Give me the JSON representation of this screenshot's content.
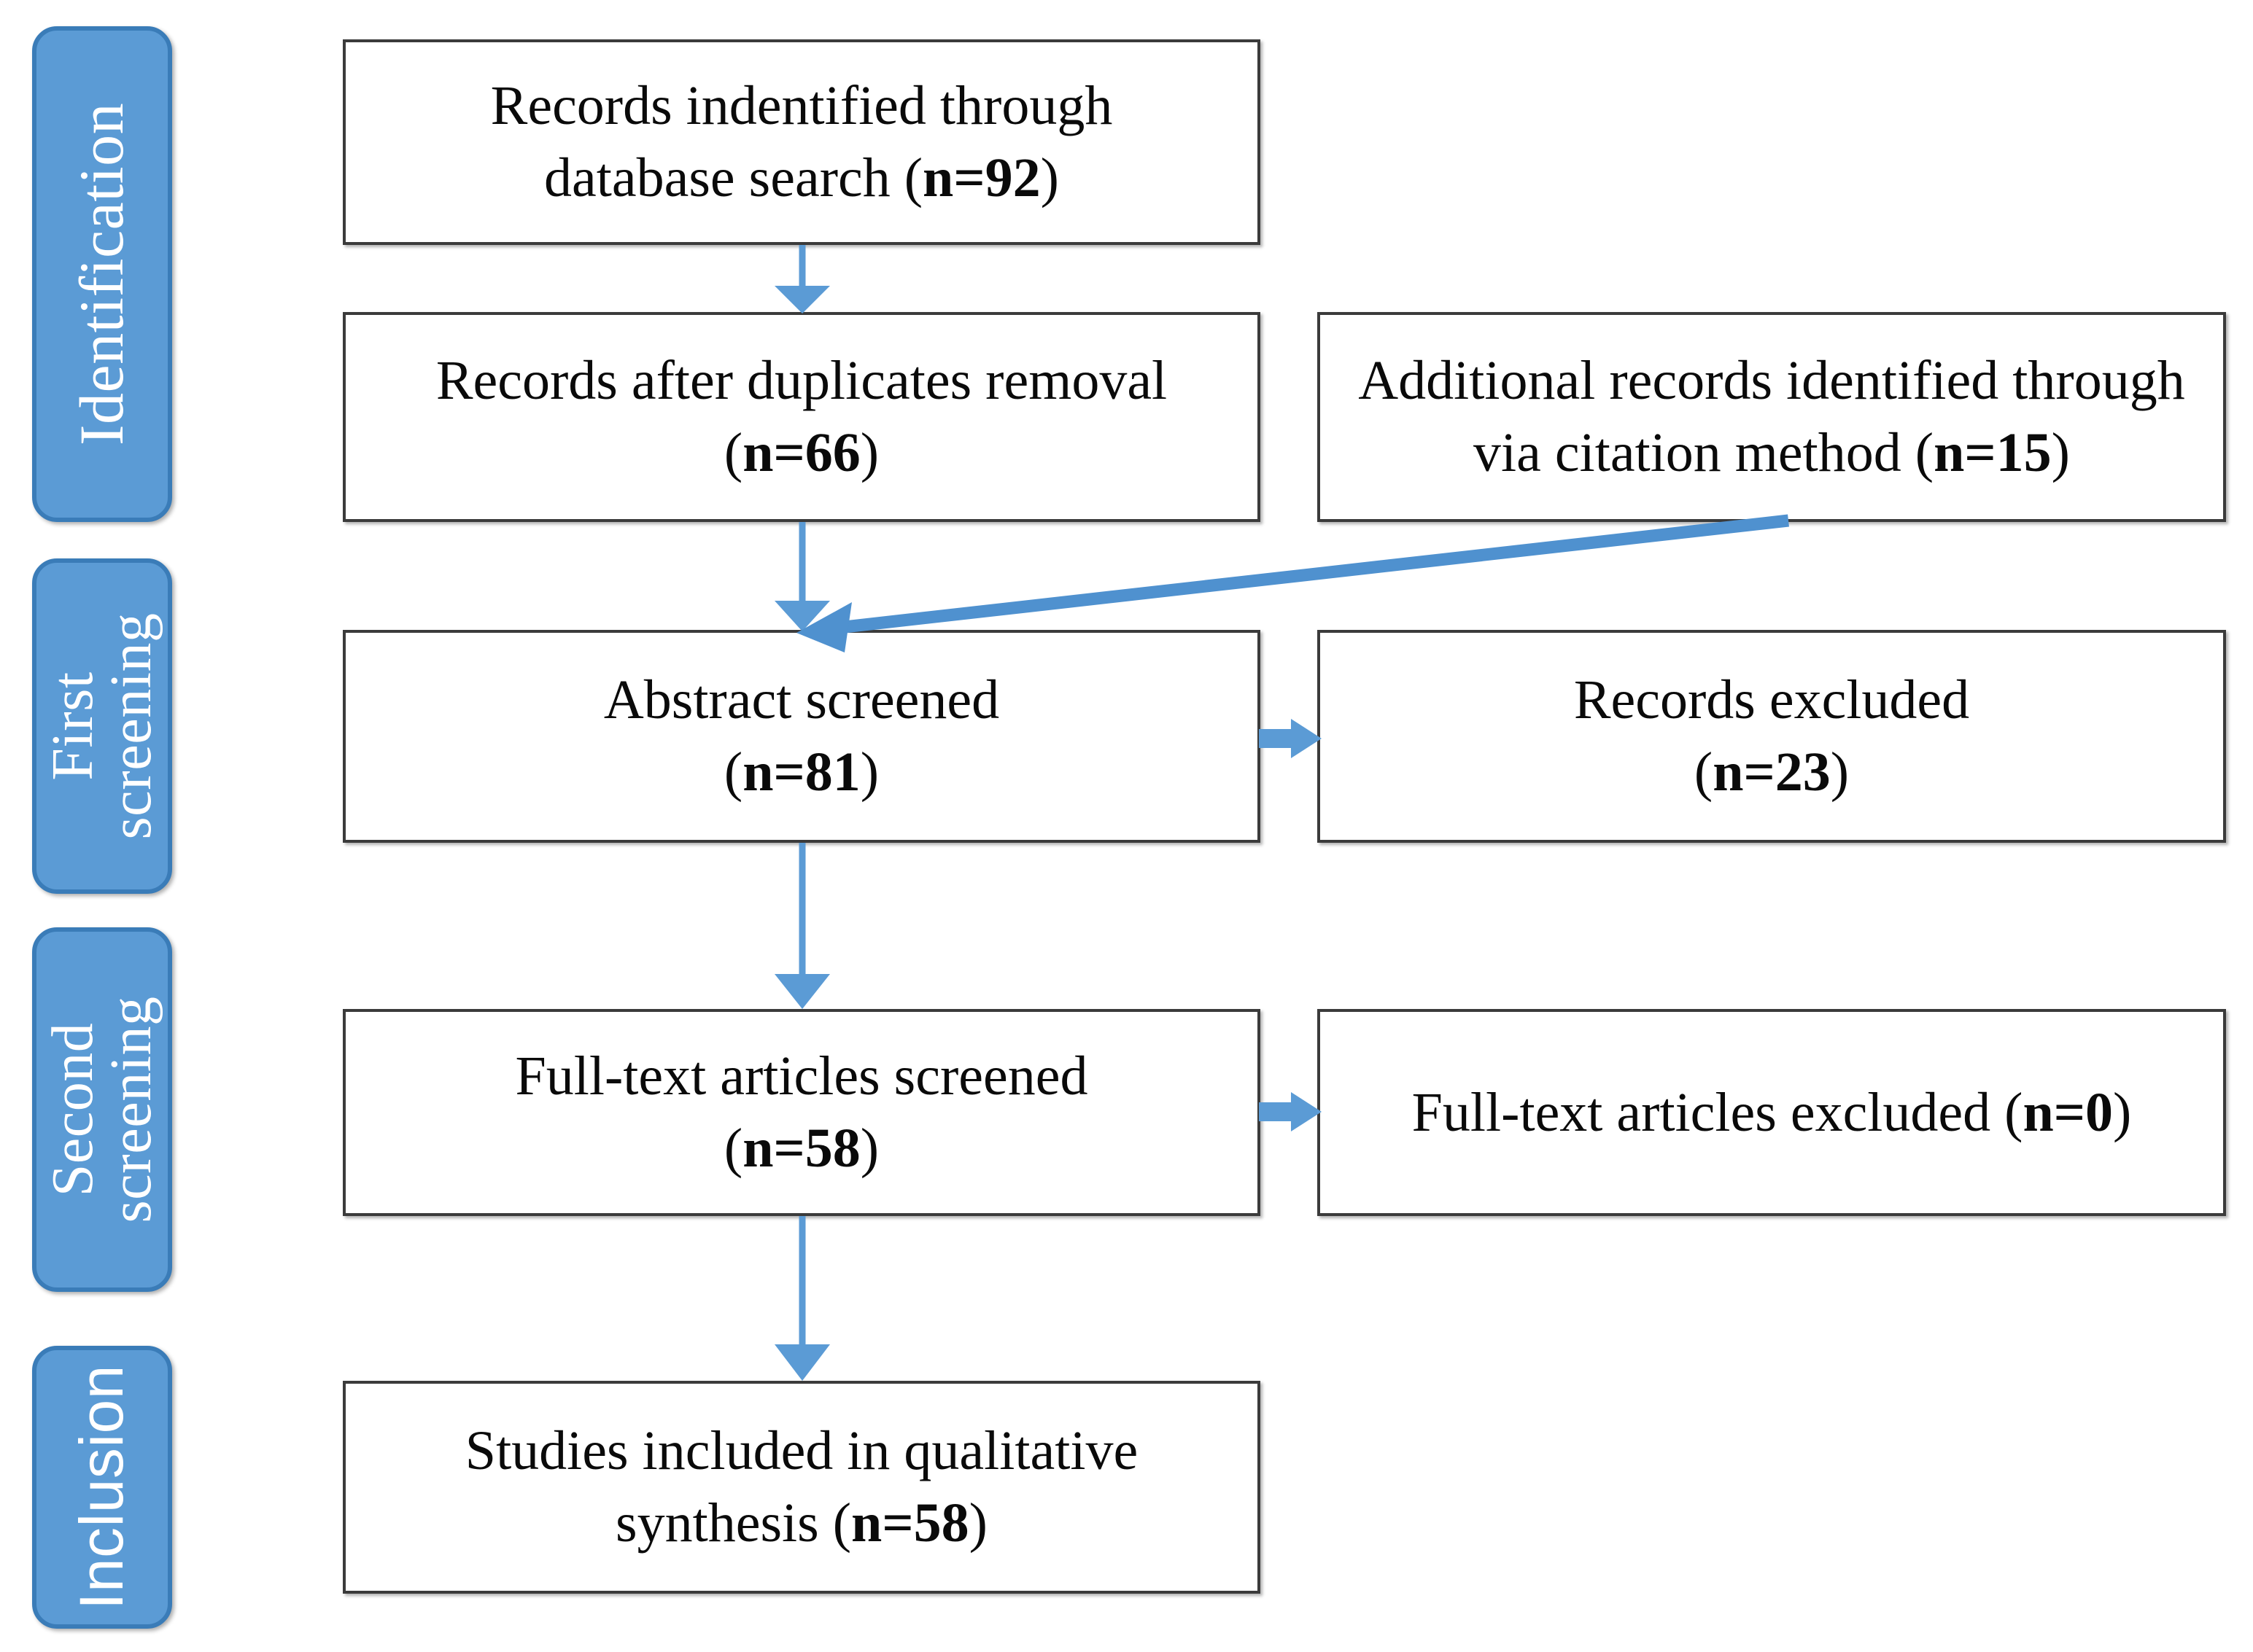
{
  "diagram": {
    "type": "prisma-flow-diagram",
    "accent_color": "#5b9bd5",
    "accent_border_color": "#3a7cb8",
    "box_border_color": "#3b3b3b",
    "background_color": "#ffffff"
  },
  "stages": [
    {
      "id": "identification",
      "label": "Identification",
      "lines": [
        "Identification"
      ]
    },
    {
      "id": "first-screening",
      "label": "First screening",
      "lines": [
        "First",
        "screening"
      ]
    },
    {
      "id": "second-screening",
      "label": "Second screening",
      "lines": [
        "Second",
        "screening"
      ]
    },
    {
      "id": "inclusion",
      "label": "Inclusion",
      "lines": [
        "Inclusion"
      ]
    }
  ],
  "boxes": {
    "records_identified": {
      "line1": "Records indentified through",
      "line2_prefix": "database search (",
      "line2_n": "n=92",
      "line2_suffix": ")"
    },
    "records_after_duplicates": {
      "line1": "Records after duplicates removal",
      "line2_prefix": "(",
      "line2_n": "n=66",
      "line2_suffix": ")"
    },
    "additional_records": {
      "line1": "Additional records identified through",
      "line2_prefix": "via citation method (",
      "line2_n": "n=15",
      "line2_suffix": ")"
    },
    "abstract_screened": {
      "line1": "Abstract screened",
      "line2_prefix": "(",
      "line2_n": "n=81",
      "line2_suffix": ")"
    },
    "records_excluded": {
      "line1": "Records excluded",
      "line2_prefix": "(",
      "line2_n": "n=23",
      "line2_suffix": ")"
    },
    "fulltext_screened": {
      "line1": "Full-text articles screened",
      "line2_prefix": "(",
      "line2_n": "n=58",
      "line2_suffix": ")"
    },
    "fulltext_excluded": {
      "line1": "Full-text articles excluded (",
      "line1_n": "n=0",
      "line1_suffix": ")"
    },
    "studies_included": {
      "line1": "Studies included in qualitative",
      "line2_prefix": "synthesis (",
      "line2_n": "n=58",
      "line2_suffix": ")"
    }
  },
  "flow_counts": {
    "records_identified": 92,
    "records_after_duplicates": 66,
    "additional_records": 15,
    "abstract_screened": 81,
    "records_excluded": 23,
    "fulltext_screened": 58,
    "fulltext_excluded": 0,
    "studies_included": 58
  },
  "connectors": [
    {
      "id": "identified-to-duplicates",
      "from": "records_identified",
      "to": "records_after_duplicates",
      "style": "vertical-arrow"
    },
    {
      "id": "duplicates-to-abstract",
      "from": "records_after_duplicates",
      "to": "abstract_screened",
      "style": "vertical-arrow"
    },
    {
      "id": "additional-to-abstract",
      "from": "additional_records",
      "to": "abstract_screened",
      "style": "diagonal-arrow"
    },
    {
      "id": "abstract-to-excluded",
      "from": "abstract_screened",
      "to": "records_excluded",
      "style": "horizontal-block-arrow"
    },
    {
      "id": "abstract-to-fulltext",
      "from": "abstract_screened",
      "to": "fulltext_screened",
      "style": "vertical-arrow"
    },
    {
      "id": "fulltext-to-excluded",
      "from": "fulltext_screened",
      "to": "fulltext_excluded",
      "style": "horizontal-block-arrow"
    },
    {
      "id": "fulltext-to-included",
      "from": "fulltext_screened",
      "to": "studies_included",
      "style": "vertical-arrow"
    }
  ]
}
